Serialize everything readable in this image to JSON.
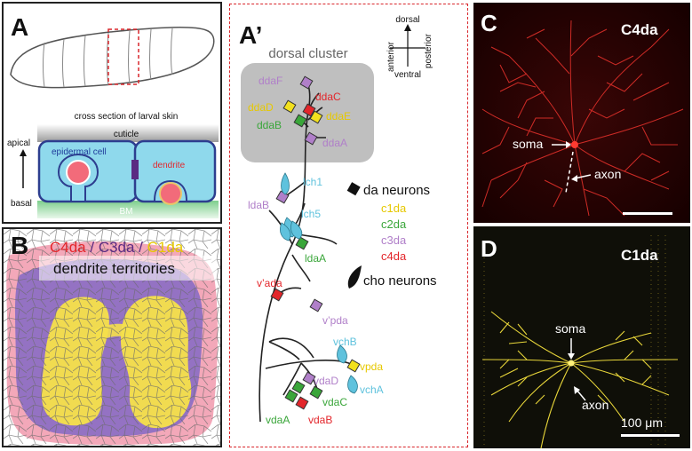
{
  "panel_a": {
    "letter": "A",
    "cuticle": "cuticle",
    "section_title": "cross section of larval skin",
    "epidermal_cell": "epidermal cell",
    "dendrite": "dendrite",
    "bm": "BM",
    "apical": "apical",
    "basal": "basal"
  },
  "panel_b": {
    "letter": "B",
    "t_c4": "C4da",
    "t_slash1": " / ",
    "t_c3": "C3da",
    "t_slash2": " / ",
    "t_c1": "C1da",
    "t_line2": "dendrite territories"
  },
  "panel_a2": {
    "letter": "A’",
    "cluster_title": "dorsal cluster",
    "compass": {
      "dorsal": "dorsal",
      "ventral": "ventral",
      "anterior": "anterior",
      "posterior": "posterior"
    },
    "labels": {
      "ddaF": "ddaF",
      "ddaC": "ddaC",
      "ddaD": "ddaD",
      "ddaE": "ddaE",
      "ddaB": "ddaB",
      "ddaA": "ddaA",
      "lch1": "lch1",
      "ldaB": "ldaB",
      "lch5": "lch5",
      "ldaA": "ldaA",
      "vprime_ada": "v’ada",
      "vprime_pda": "v’pda",
      "vchB": "vchB",
      "vpda": "vpda",
      "vdaD": "vdaD",
      "vchA": "vchA",
      "vdaC": "vdaC",
      "vdaA": "vdaA",
      "vdaB": "vdaB"
    },
    "legend": {
      "da_title": "da neurons",
      "c1": "c1da",
      "c2": "c2da",
      "c3": "c3da",
      "c4": "c4da",
      "cho_title": "cho neurons"
    }
  },
  "panel_c": {
    "letter": "C",
    "title": "C4da",
    "soma": "soma",
    "axon": "axon"
  },
  "panel_d": {
    "letter": "D",
    "title": "C1da",
    "soma": "soma",
    "axon": "axon",
    "scale": "100 μm"
  },
  "colors": {
    "c1da": "#f2e01e",
    "c2da": "#3aa63a",
    "c3da": "#b07fc9",
    "c4da": "#e3262b",
    "cho": "#5fc2dd",
    "frame_red": "#d9262b",
    "epidermis": "#8fd9ec",
    "c4_territory": "#f2a3b5",
    "c3_territory": "#8a6cc4",
    "c1_territory": "#f5e04a"
  }
}
